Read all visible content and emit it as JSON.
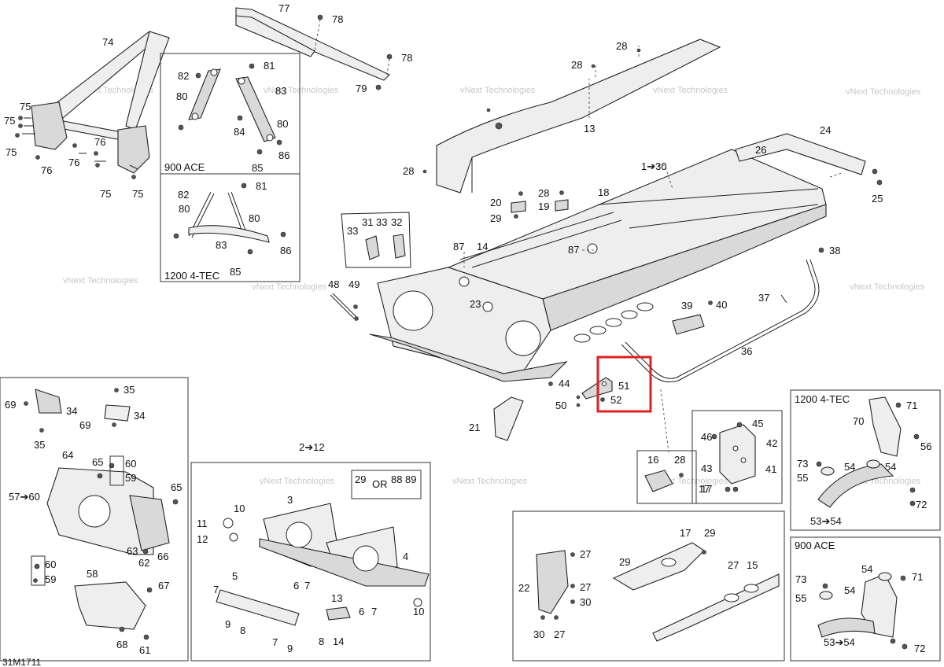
{
  "diagram_code": "31M1711",
  "watermark_text": "vNext Technologies",
  "highlight_color": "#e02020",
  "box_titles": {
    "ace900_top": "900 ACE",
    "tec1200_top": "1200 4-TEC",
    "tec1200_right": "1200 4-TEC",
    "ace900_right": "900 ACE",
    "group_2_12": "2➔12"
  },
  "or_text": "OR",
  "labels": {
    "l1": "74",
    "l2": "77",
    "l3": "78",
    "l4": "78",
    "l5": "79",
    "l6": "82",
    "l7": "81",
    "l8": "80",
    "l9": "83",
    "l10": "84",
    "l11": "80",
    "l12": "86",
    "l13": "85",
    "l14": "82",
    "l15": "81",
    "l16": "80",
    "l17": "80",
    "l18": "83",
    "l19": "86",
    "l20": "85",
    "l21": "75",
    "l22": "75",
    "l23": "75",
    "l24": "76",
    "l25": "76",
    "l26": "76",
    "l27": "75",
    "l28": "75",
    "l29": "28",
    "l30": "28",
    "l31": "13",
    "l32": "28",
    "l33": "24",
    "l34": "26",
    "l35": "25",
    "l36": "1➔30",
    "l37": "18",
    "l38": "20",
    "l39": "29",
    "l40": "28",
    "l41": "19",
    "l42": "33",
    "l43": "31",
    "l44": "33",
    "l45": "32",
    "l46": "14",
    "l47": "87",
    "l48": "87",
    "l49": "48",
    "l50": "49",
    "l51": "23",
    "l52": "38",
    "l53": "37",
    "l54": "39",
    "l55": "40",
    "l56": "36",
    "l57": "44",
    "l58": "51",
    "l59": "50",
    "l60": "52",
    "l61": "21",
    "l62": "35",
    "l63": "69",
    "l64": "34",
    "l65": "34",
    "l66": "69",
    "l67": "35",
    "l68": "64",
    "l69": "65",
    "l70": "60",
    "l71": "59",
    "l72": "57➔60",
    "l73": "65",
    "l74": "63",
    "l75": "62",
    "l76": "66",
    "l77": "60",
    "l78": "59",
    "l79": "58",
    "l80": "67",
    "l81": "68",
    "l82": "61",
    "l83": "29",
    "l84": "88",
    "l85": "89",
    "l86": "3",
    "l87": "10",
    "l88": "11",
    "l89": "12",
    "l90": "4",
    "l91": "6",
    "l92": "7",
    "l93": "10",
    "l94": "5",
    "l95": "7",
    "l96": "9",
    "l97": "8",
    "l98": "7",
    "l99": "9",
    "l100": "8",
    "l101": "13",
    "l102": "6",
    "l103": "7",
    "l104": "14",
    "l105": "16",
    "l106": "28",
    "l107": "17",
    "l108": "45",
    "l109": "46",
    "l110": "42",
    "l111": "43",
    "l112": "41",
    "l113": "17",
    "l114": "71",
    "l115": "70",
    "l116": "56",
    "l117": "73",
    "l118": "54",
    "l119": "54",
    "l120": "55",
    "l121": "72",
    "l122": "53➔54",
    "l123": "54",
    "l124": "73",
    "l125": "71",
    "l126": "54",
    "l127": "55",
    "l128": "53➔54",
    "l129": "72",
    "l130": "17",
    "l131": "29",
    "l132": "27",
    "l133": "29",
    "l134": "22",
    "l135": "27",
    "l136": "30",
    "l137": "27",
    "l138": "15",
    "l139": "30",
    "l140": "27"
  }
}
